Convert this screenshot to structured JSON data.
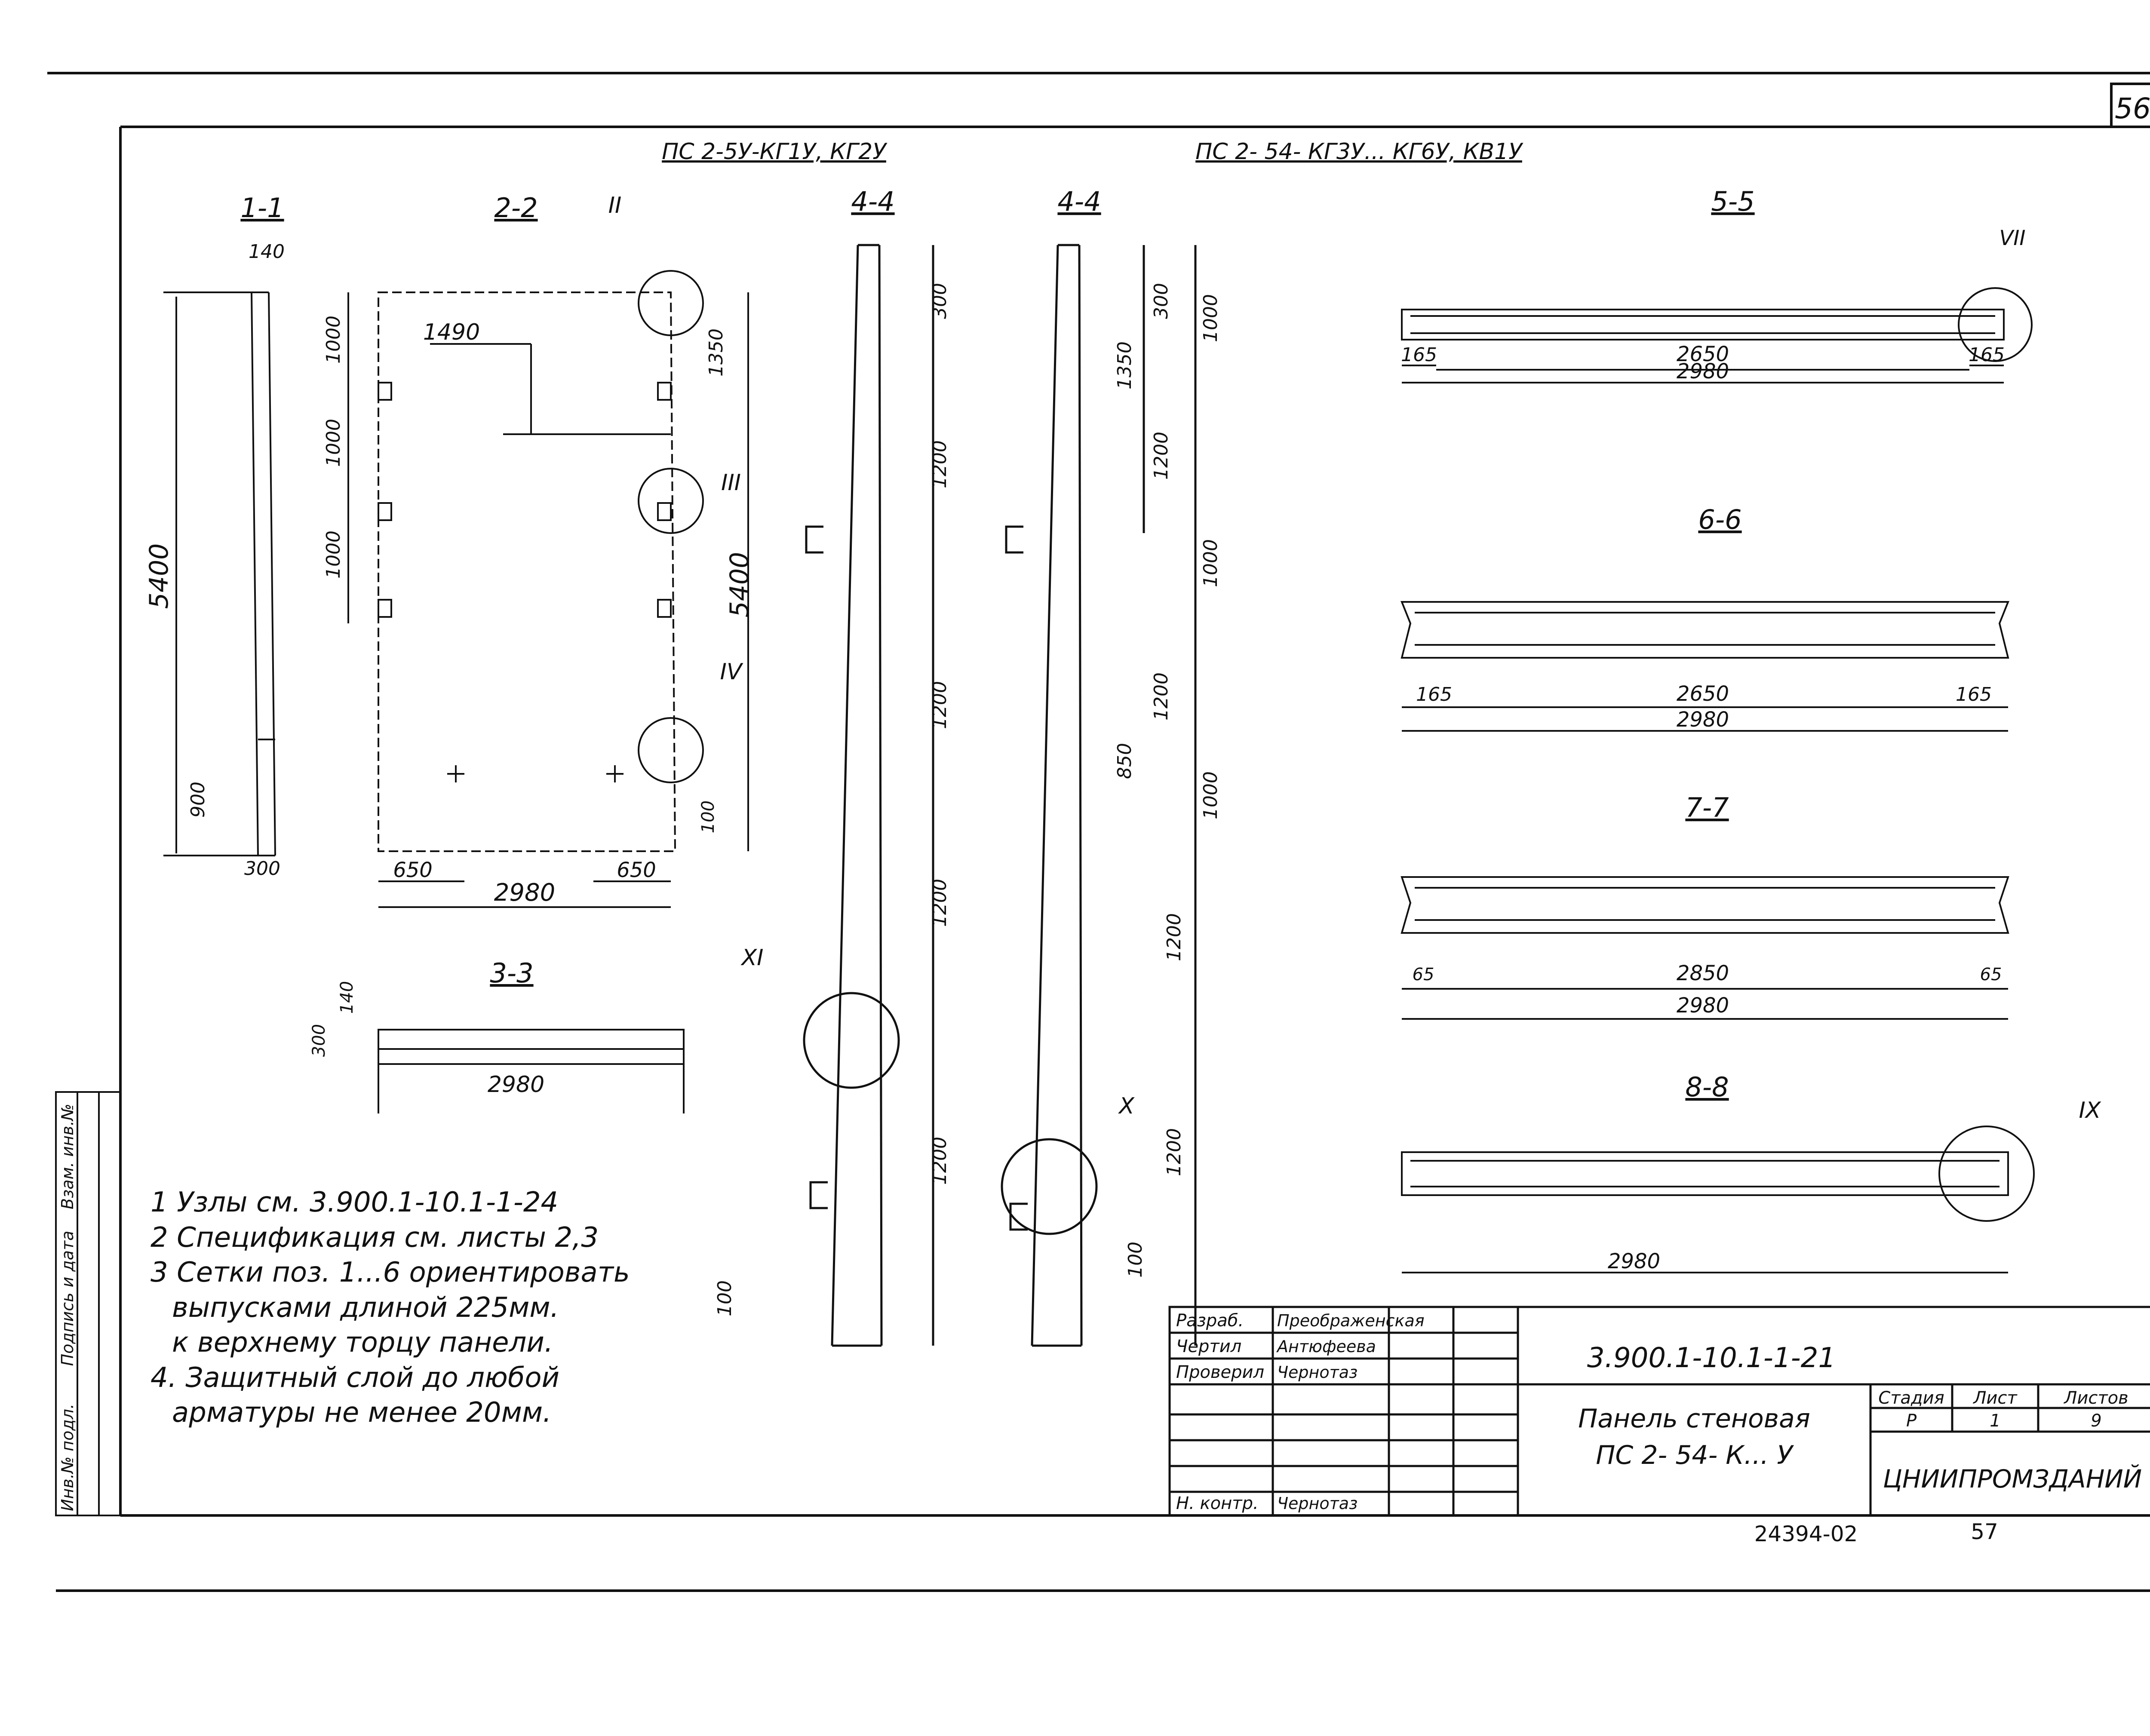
{
  "page_number": "56",
  "headers": {
    "left": "ПС 2-5У-КГ1У, КГ2У",
    "right": "ПС 2- 54- КГ3У... КГ6У, КВ1У"
  },
  "section_titles": {
    "s11": "1-1",
    "s22": "2-2",
    "s33": "3-3",
    "s44a": "4-4",
    "s44b": "4-4",
    "s55": "5-5",
    "s66": "6-6",
    "s77": "7-7",
    "s88": "8-8"
  },
  "node_labels": {
    "II": "II",
    "III": "III",
    "IV": "IV",
    "VII": "VII",
    "IX": "IX",
    "X": "X",
    "XI": "XI"
  },
  "dimensions": {
    "s11_height": "5400",
    "s11_width_top": "140",
    "s11_width_bottom": "300",
    "s11_bottom_900": "900",
    "s22_height": "5400",
    "s22_width": "2980",
    "s22_offset": "1490",
    "s22_left_1000a": "1000",
    "s22_left_1000b": "1000",
    "s22_left_1000c": "1000",
    "s22_right_1350": "1350",
    "s22_bottom_100": "100",
    "s22_650_left": "650",
    "s22_650_right": "650",
    "s33_width": "2980",
    "s33_140": "140",
    "s33_300": "300",
    "s44_300": "300",
    "s44_1200a": "1200",
    "s44_1200b": "1200",
    "s44_1200c": "1200",
    "s44_1200d": "1200",
    "s44_100": "100",
    "s44b_300": "300",
    "s44b_1000a": "1000",
    "s44b_1350": "1350",
    "s44b_1200a": "1200",
    "s44b_1000b": "1000",
    "s44b_1200b": "1200",
    "s44b_850": "850",
    "s44b_1000c": "1000",
    "s44b_1200c": "1200",
    "s44b_1200d": "1200",
    "s44b_100": "100",
    "s55_165l": "165",
    "s55_2650": "2650",
    "s55_165r": "165",
    "s55_2980": "2980",
    "s66_165l": "165",
    "s66_2650": "2650",
    "s66_165r": "165",
    "s66_2980": "2980",
    "s77_65l": "65",
    "s77_2850": "2850",
    "s77_65r": "65",
    "s77_2980": "2980",
    "s88_2980": "2980"
  },
  "notes": [
    "1  Узлы  см. 3.900.1-10.1-1-24",
    "2  Спецификация  см. листы 2,3",
    "3  Сетки  поз. 1...6 ориентировать",
    "выпусками  длиной 225мм.",
    "к верхнему торцу панели.",
    "4. Защитный  слой до любой",
    "арматуры  не менее 20мм."
  ],
  "side_stamp": [
    "Инв.№ подл.",
    "Подпись и дата",
    "Взам. инв.№"
  ],
  "title_block": {
    "roles": [
      "Разраб.",
      "Чертил",
      "Проверил",
      "Н. контр."
    ],
    "names": [
      "Преображенская",
      "Антюфеева",
      "Чернотаз",
      "Чернотаз"
    ],
    "doc_code": "3.900.1-10.1-1-21",
    "title_line1": "Панель  стеновая",
    "title_line2": "ПС 2- 54- К...  У",
    "stage_header": "Стадия",
    "sheet_header": "Лист",
    "sheets_header": "Листов",
    "stage": "Р",
    "sheet": "1",
    "sheets": "9",
    "org": "ЦНИИПРОМЗДАНИЙ"
  },
  "bottom": {
    "archive": "24394-02",
    "page": "57"
  }
}
